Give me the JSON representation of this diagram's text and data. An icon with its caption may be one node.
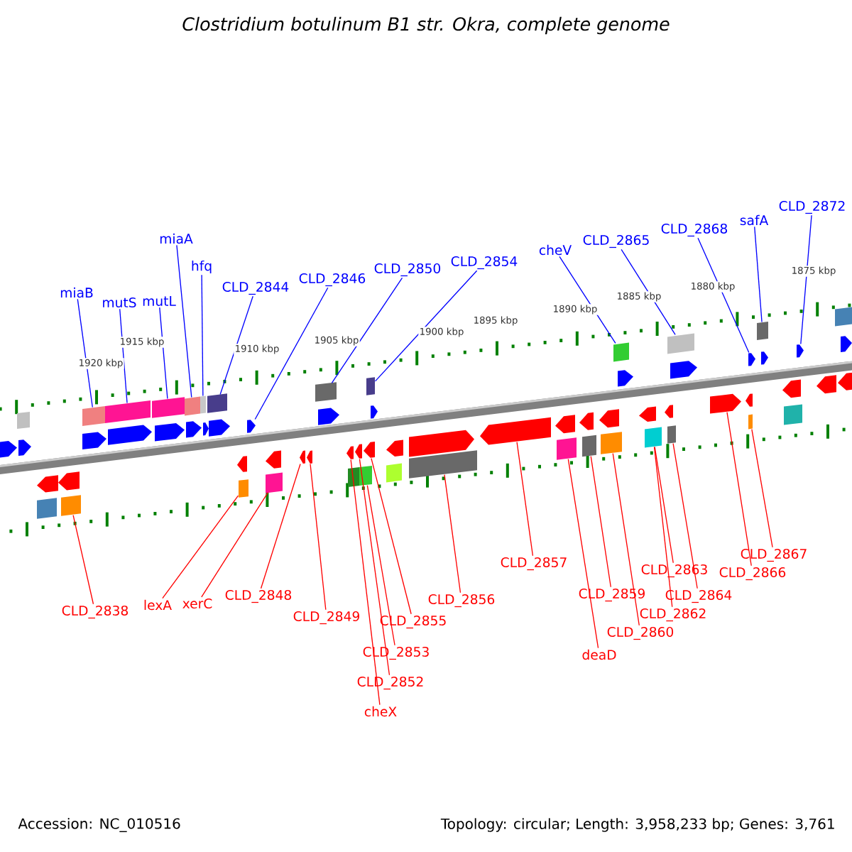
{
  "diagram": {
    "title": "Clostridium botulinum B1 str. Okra, complete genome",
    "nodes": [
      {
        "text": [
          "miaB"
        ]
      },
      {
        "text": [
          "mutS"
        ]
      },
      {
        "text": [
          "mutL"
        ]
      },
      {
        "text": [
          "miaA"
        ]
      },
      {
        "text": [
          "hfq"
        ]
      },
      {
        "text": [
          "CLD_2844"
        ]
      },
      {
        "text": [
          "CLD_2846"
        ]
      },
      {
        "text": [
          "CLD_2850"
        ]
      },
      {
        "text": [
          "CLD_2854"
        ]
      },
      {
        "text": [
          "cheV"
        ]
      },
      {
        "text": [
          "CLD_2865"
        ]
      },
      {
        "text": [
          "CLD_2868"
        ]
      },
      {
        "text": [
          "safA"
        ]
      },
      {
        "text": [
          "CLD_2872"
        ]
      },
      {
        "text": [
          "CLD_2838"
        ]
      },
      {
        "text": [
          "lexA"
        ]
      },
      {
        "text": [
          "xerC"
        ]
      },
      {
        "text": [
          "CLD_2848"
        ]
      },
      {
        "text": [
          "CLD_2849"
        ]
      },
      {
        "text": [
          "CLD_2855"
        ]
      },
      {
        "text": [
          "CLD_2853"
        ]
      },
      {
        "text": [
          "CLD_2852"
        ]
      },
      {
        "text": [
          "cheX"
        ]
      },
      {
        "text": [
          "CLD_2856"
        ]
      },
      {
        "text": [
          "CLD_2857"
        ]
      },
      {
        "text": [
          "deaD"
        ]
      },
      {
        "text": [
          "CLD_2859"
        ]
      },
      {
        "text": [
          "CLD_2860"
        ]
      },
      {
        "text": [
          "CLD_2862"
        ]
      },
      {
        "text": [
          "CLD_2863"
        ]
      },
      {
        "text": [
          "CLD_2864"
        ]
      },
      {
        "text": [
          "CLD_2866"
        ]
      },
      {
        "text": [
          "CLD_2867"
        ]
      },
      {
        "text": [],
        "shape": "pentagon"
      },
      {
        "text": [],
        "shape": "box"
      },
      {
        "text": [],
        "shape": "pentagon"
      },
      {
        "text": [],
        "shape": "pentagon"
      },
      {
        "text": [],
        "shape": "box"
      },
      {
        "text": [],
        "shape": "pentagon"
      },
      {
        "text": [],
        "shape": "box"
      },
      {
        "text": [],
        "shape": "box"
      },
      {
        "text": [],
        "shape": "pentagon"
      },
      {
        "text": [],
        "shape": "box"
      },
      {
        "text": [],
        "shape": "pentagon"
      },
      {
        "text": [],
        "shape": "box"
      },
      {
        "text": [],
        "shape": "pentagon"
      },
      {
        "text": [],
        "shape": "box"
      },
      {
        "text": [],
        "shape": "pentagon"
      },
      {
        "text": [],
        "shape": "box"
      },
      {
        "text": [],
        "shape": "pentagon"
      },
      {
        "text": [],
        "shape": "box"
      },
      {
        "text": [],
        "shape": "pentagon"
      },
      {
        "text": [],
        "shape": "pentagon"
      },
      {
        "text": [],
        "shape": "box"
      },
      {
        "text": [],
        "shape": "pentagon"
      },
      {
        "text": [],
        "shape": "pentagon"
      },
      {
        "text": [],
        "shape": "box"
      },
      {
        "text": [],
        "shape": "pentagon"
      },
      {
        "text": [],
        "shape": "pentagon"
      },
      {
        "text": [],
        "shape": "box"
      },
      {
        "text": [],
        "shape": "pentagon"
      },
      {
        "text": [],
        "shape": "pentagon"
      },
      {
        "text": [],
        "shape": "box"
      },
      {
        "text": [],
        "shape": "pentagon"
      },
      {
        "text": [],
        "shape": "box"
      },
      {
        "text": [],
        "shape": "pentagon"
      },
      {
        "text": [],
        "shape": "box"
      },
      {
        "text": [],
        "shape": "pentagon"
      },
      {
        "text": [],
        "shape": "pentagon"
      },
      {
        "text": [],
        "shape": "box"
      },
      {
        "text": [],
        "shape": "pentagon"
      },
      {
        "text": [],
        "shape": "box"
      },
      {
        "text": [],
        "shape": "pentagon"
      },
      {
        "text": [],
        "shape": "pentagon"
      },
      {
        "text": [],
        "shape": "box"
      },
      {
        "text": [],
        "shape": "pentagon"
      },
      {
        "text": [],
        "shape": "box"
      },
      {
        "text": [],
        "shape": "pentagon"
      },
      {
        "text": [],
        "shape": "box"
      },
      {
        "text": [],
        "shape": "box"
      },
      {
        "text": [],
        "shape": "pentagon"
      },
      {
        "text": [],
        "shape": "pentagon"
      },
      {
        "text": [],
        "shape": "box"
      },
      {
        "text": [],
        "shape": "pentagon"
      },
      {
        "text": [],
        "shape": "box"
      },
      {
        "text": [],
        "shape": "box"
      },
      {
        "text": [],
        "shape": "pentagon"
      },
      {
        "text": [],
        "shape": "pentagon"
      },
      {
        "text": [],
        "shape": "pentagon"
      },
      {
        "text": [],
        "shape": "pentagon"
      },
      {
        "text": [],
        "shape": "box"
      },
      {
        "text": [],
        "shape": "box"
      },
      {
        "text": [],
        "shape": "pentagon"
      },
      {
        "text": [],
        "shape": "pentagon"
      },
      {
        "text": [],
        "shape": "box"
      },
      {
        "text": [],
        "shape": "pentagon"
      },
      {
        "text": [],
        "shape": "pentagon"
      },
      {
        "text": [],
        "shape": "box"
      },
      {
        "text": [],
        "shape": "pentagon"
      },
      {
        "text": [],
        "shape": "pentagon"
      }
    ],
    "edges": [
      {
        "from": 0,
        "to": 40,
        "arrow": "none",
        "color": "#0000ff"
      },
      {
        "from": 1,
        "to": 42,
        "arrow": "none",
        "color": "#0000ff"
      },
      {
        "from": 2,
        "to": 44,
        "arrow": "none",
        "color": "#0000ff"
      },
      {
        "from": 3,
        "to": 46,
        "arrow": "none",
        "color": "#0000ff"
      },
      {
        "from": 4,
        "to": 48,
        "arrow": "none",
        "color": "#0000ff"
      },
      {
        "from": 5,
        "to": 50,
        "arrow": "none",
        "color": "#0000ff"
      },
      {
        "from": 6,
        "to": 54,
        "arrow": "none",
        "color": "#0000ff"
      },
      {
        "from": 7,
        "to": 59,
        "arrow": "none",
        "color": "#0000ff"
      },
      {
        "from": 8,
        "to": 66,
        "arrow": "none",
        "color": "#0000ff"
      },
      {
        "from": 9,
        "to": 79,
        "arrow": "none",
        "color": "#0000ff"
      },
      {
        "from": 10,
        "to": 84,
        "arrow": "none",
        "color": "#0000ff"
      },
      {
        "from": 11,
        "to": 89,
        "arrow": "none",
        "color": "#0000ff"
      },
      {
        "from": 12,
        "to": 91,
        "arrow": "none",
        "color": "#0000ff"
      },
      {
        "from": 13,
        "to": 95,
        "arrow": "none",
        "color": "#0000ff"
      },
      {
        "from": 14,
        "to": 39,
        "arrow": "none"
      },
      {
        "from": 15,
        "to": 53,
        "arrow": "none"
      },
      {
        "from": 16,
        "to": 56,
        "arrow": "none"
      },
      {
        "from": 17,
        "to": 57,
        "arrow": "none"
      },
      {
        "from": 18,
        "to": 58,
        "arrow": "none"
      },
      {
        "from": 19,
        "to": 65,
        "arrow": "none"
      },
      {
        "from": 20,
        "to": 64,
        "arrow": "none"
      },
      {
        "from": 21,
        "to": 63,
        "arrow": "none"
      },
      {
        "from": 22,
        "to": 61,
        "arrow": "none"
      },
      {
        "from": 23,
        "to": 71,
        "arrow": "none"
      },
      {
        "from": 24,
        "to": 72,
        "arrow": "none"
      },
      {
        "from": 25,
        "to": 74,
        "arrow": "none"
      },
      {
        "from": 26,
        "to": 76,
        "arrow": "none"
      },
      {
        "from": 27,
        "to": 78,
        "arrow": "none"
      },
      {
        "from": 28,
        "to": 82,
        "arrow": "none"
      },
      {
        "from": 29,
        "to": 82,
        "arrow": "none"
      },
      {
        "from": 30,
        "to": 85,
        "arrow": "none"
      },
      {
        "from": 31,
        "to": 87,
        "arrow": "none"
      },
      {
        "from": 32,
        "to": 90,
        "arrow": "none"
      }
    ],
    "labels": [
      "1920 kbp",
      "1915 kbp",
      "1910 kbp",
      "1905 kbp",
      "1900 kbp",
      "1895 kbp",
      "1890 kbp",
      "1885 kbp",
      "1880 kbp",
      "1875 kbp",
      "Accession: NC_010516",
      "Topology: circular; Length: 3,958,233 bp; Genes: 3,761"
    ]
  }
}
